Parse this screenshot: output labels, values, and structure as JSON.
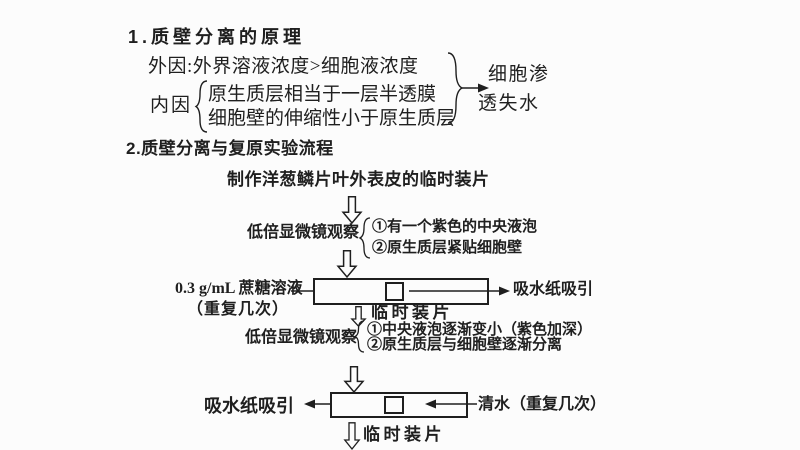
{
  "colors": {
    "ink": "#1f1f1f",
    "paper": "#fcfcfc"
  },
  "principle": {
    "title": "1.质壁分离的原理",
    "external_factor": "外因:外界溶液浓度>细胞液浓度",
    "internal_label": "内因",
    "internal_items": [
      "原生质层相当于一层半透膜",
      "细胞壁的伸缩性小于原生质层"
    ],
    "result_line1": "细胞渗",
    "result_line2": "透失水"
  },
  "experiment": {
    "title": "2.质壁分离与复原实验流程",
    "step_make_slide": "制作洋葱鳞片叶外表皮的临时装片",
    "observe1": {
      "label": "低倍显微镜观察",
      "items": [
        "①有一个紫色的中央液泡",
        "②原生质层紧贴细胞壁"
      ]
    },
    "sucrose": {
      "line1": "0.3 g/mL 蔗糖溶液",
      "line2": "（重复几次）"
    },
    "absorb1": "吸水纸吸引",
    "slide1": "临时装片",
    "observe2": {
      "label": "低倍显微镜观察",
      "items": [
        "①中央液泡逐渐变小（紫色加深）",
        "②原生质层与细胞壁逐渐分离"
      ]
    },
    "absorb2": "吸水纸吸引",
    "water": "清水（重复几次）",
    "slide2": "临时装片"
  }
}
